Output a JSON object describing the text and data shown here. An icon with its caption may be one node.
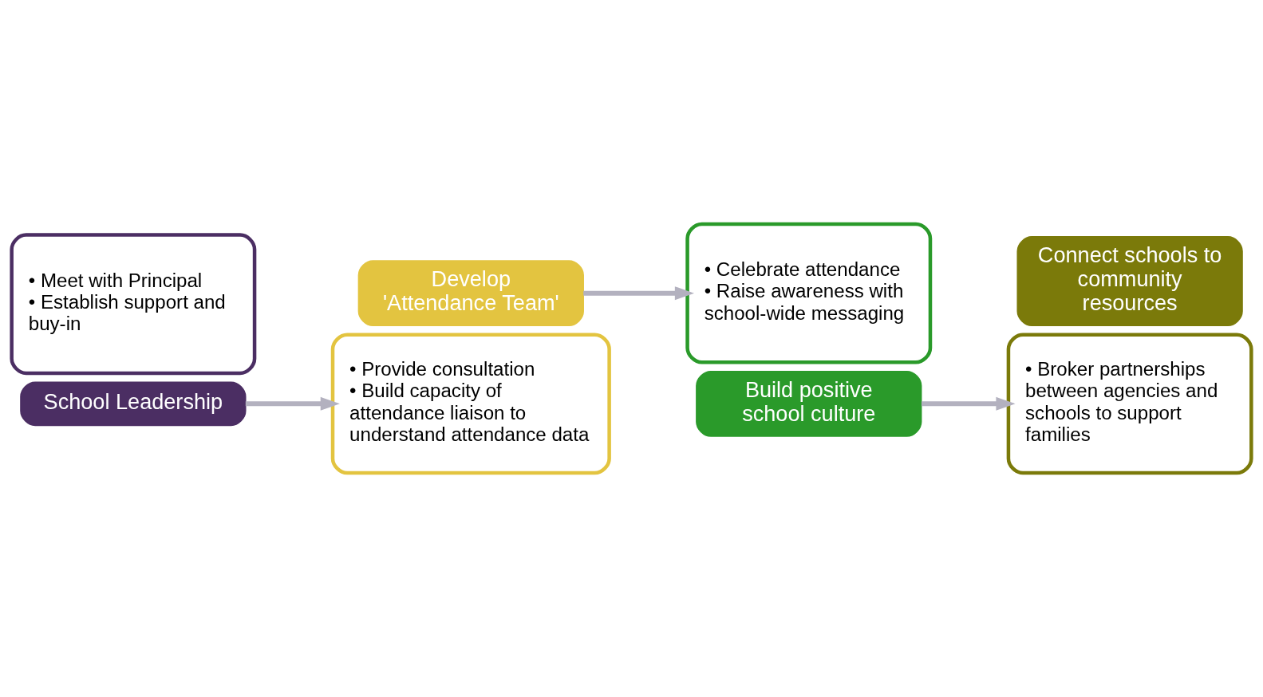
{
  "diagram": {
    "nodes": [
      {
        "text": [
          "• Meet with Principal",
          "• Establish support and buy-in"
        ]
      },
      {
        "text": [
          "School Leadership"
        ]
      },
      {
        "text": [
          "Develop 'Attendance Team'"
        ]
      },
      {
        "text": [
          "• Provide consultation",
          "• Build capacity of attendance liaison to understand attendance data"
        ]
      },
      {
        "text": [
          "• Celebrate attendance",
          "• Raise awareness with school-wide messaging"
        ]
      },
      {
        "text": [
          "Build positive school culture"
        ]
      },
      {
        "text": [
          "Connect schools to community resources"
        ]
      },
      {
        "text": [
          "• Broker partnerships between agencies and schools to support families"
        ]
      }
    ],
    "edges": [
      {
        "from": 1,
        "to": 3,
        "arrow": "to"
      },
      {
        "from": 2,
        "to": 4,
        "arrow": "to"
      },
      {
        "from": 5,
        "to": 7,
        "arrow": "to"
      }
    ]
  }
}
